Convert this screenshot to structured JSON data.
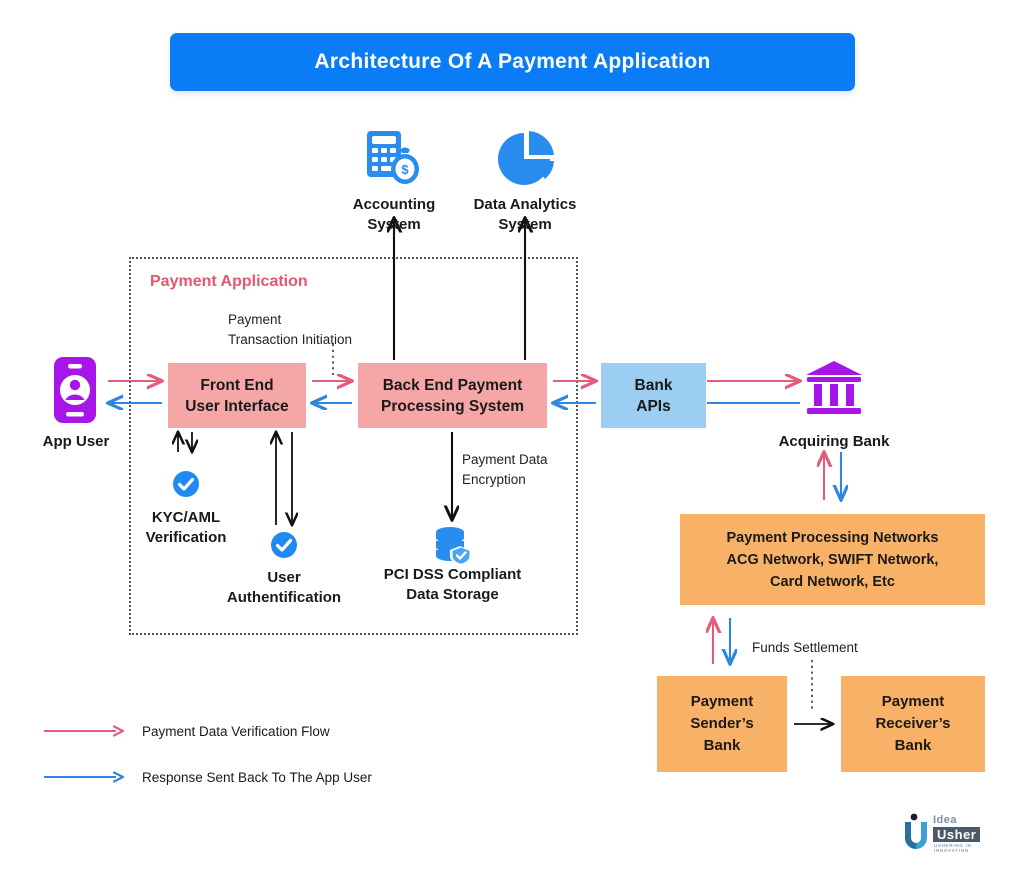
{
  "title": {
    "text": "Architecture Of A Payment Application"
  },
  "boundary": {
    "label": "Payment Application"
  },
  "nodes": {
    "app_user": {
      "label": "App User",
      "icon": "mobile-user-icon"
    },
    "accounting_system": {
      "label": "Accounting\nSystem",
      "line1": "Accounting",
      "line2": "System",
      "icon": "calculator-money-icon"
    },
    "data_analytics_system": {
      "label": "Data Analytics\nSystem",
      "line1": "Data Analytics",
      "line2": "System",
      "icon": "pie-chart-icon"
    },
    "front_end": {
      "line1": "Front End",
      "line2": "User Interface"
    },
    "back_end": {
      "line1": "Back End Payment",
      "line2": "Processing System"
    },
    "bank_apis": {
      "line1": "Bank",
      "line2": "APIs"
    },
    "acquiring_bank": {
      "label": "Acquiring Bank",
      "icon": "bank-building-icon"
    },
    "kyc_aml": {
      "line1": "KYC/AML",
      "line2": "Verification",
      "icon": "check-circle-icon"
    },
    "user_auth": {
      "line1": "User",
      "line2": "Authentification",
      "icon": "check-circle-icon"
    },
    "pci_storage": {
      "line1": "PCI DSS Compliant",
      "line2": "Data Storage",
      "icon": "database-check-icon"
    },
    "processing_networks": {
      "line1": "Payment Processing Networks",
      "line2": "ACG Network, SWIFT Network,",
      "line3": "Card Network, Etc"
    },
    "sender_bank": {
      "line1": "Payment",
      "line2": "Sender’s",
      "line3": "Bank"
    },
    "receiver_bank": {
      "line1": "Payment",
      "line2": "Receiver’s",
      "line3": "Bank"
    }
  },
  "edge_labels": {
    "payment_transaction_initiation": {
      "line1": "Payment",
      "line2": "Transaction Initiation"
    },
    "payment_data_encryption": {
      "line1": "Payment Data",
      "line2": "Encryption"
    },
    "funds_settlement": {
      "text": "Funds Settlement"
    }
  },
  "legend": {
    "items": [
      {
        "label": "Payment Data Verification Flow",
        "color": "#e35d7a"
      },
      {
        "label": "Response Sent Back To The App User",
        "color": "#2e86de"
      }
    ]
  },
  "logo": {
    "word1": "Idea",
    "word2": "Usher",
    "tagline": "USHERING IN INNOVATION"
  },
  "colors": {
    "banner": "#0a7cf5",
    "pink_box": "#f5a6a6",
    "blue_box": "#9ccdf2",
    "orange_box": "#f8b268",
    "boundary_label": "#e8556d",
    "flow_pink": "#e35d7a",
    "flow_blue": "#2e86de",
    "icon_blue": "#1f8bf0",
    "icon_purple": "#a715e8",
    "black": "#111111"
  }
}
